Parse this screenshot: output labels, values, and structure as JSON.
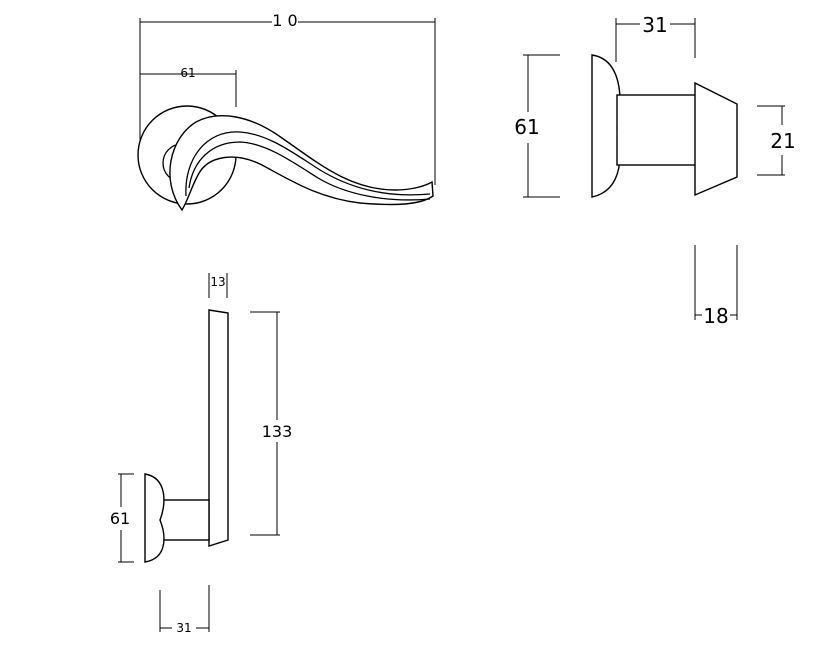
{
  "views": {
    "top": {
      "overall_width_label": "1 0",
      "rose_diameter_label": "61"
    },
    "side": {
      "rose_diameter_label": "61",
      "projection_label": "31",
      "grip_height_label": "21",
      "grip_depth_label": "18"
    },
    "front": {
      "lever_thickness_label": "13",
      "lever_length_label": "133",
      "rose_diameter_label": "61",
      "projection_label": "31"
    }
  }
}
